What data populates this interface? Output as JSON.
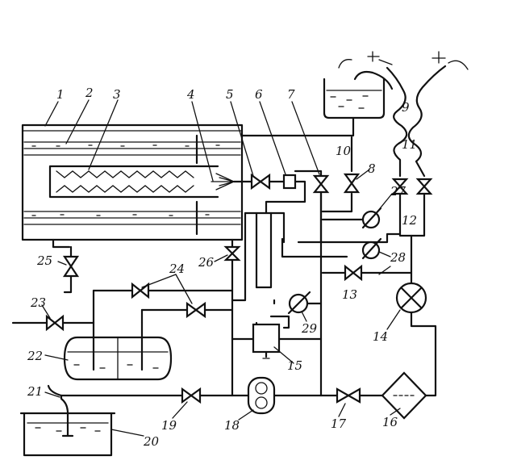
{
  "labels": [
    {
      "id": "1",
      "text": "1"
    },
    {
      "id": "2",
      "text": "2"
    },
    {
      "id": "3",
      "text": "3"
    },
    {
      "id": "4",
      "text": "4"
    },
    {
      "id": "5",
      "text": "5"
    },
    {
      "id": "6",
      "text": "6"
    },
    {
      "id": "7",
      "text": "7"
    },
    {
      "id": "8",
      "text": "8"
    },
    {
      "id": "9",
      "text": "9"
    },
    {
      "id": "10",
      "text": "10"
    },
    {
      "id": "11",
      "text": "11"
    },
    {
      "id": "12",
      "text": "12"
    },
    {
      "id": "13",
      "text": "13"
    },
    {
      "id": "14",
      "text": "14"
    },
    {
      "id": "15",
      "text": "15"
    },
    {
      "id": "16",
      "text": "16"
    },
    {
      "id": "17",
      "text": "17"
    },
    {
      "id": "18",
      "text": "18"
    },
    {
      "id": "19",
      "text": "19"
    },
    {
      "id": "20",
      "text": "20"
    },
    {
      "id": "21",
      "text": "21"
    },
    {
      "id": "22",
      "text": "22"
    },
    {
      "id": "23",
      "text": "23"
    },
    {
      "id": "24",
      "text": "24"
    },
    {
      "id": "25",
      "text": "25"
    },
    {
      "id": "26",
      "text": "26"
    },
    {
      "id": "27",
      "text": "27"
    },
    {
      "id": "28",
      "text": "28"
    },
    {
      "id": "29",
      "text": "29"
    }
  ]
}
